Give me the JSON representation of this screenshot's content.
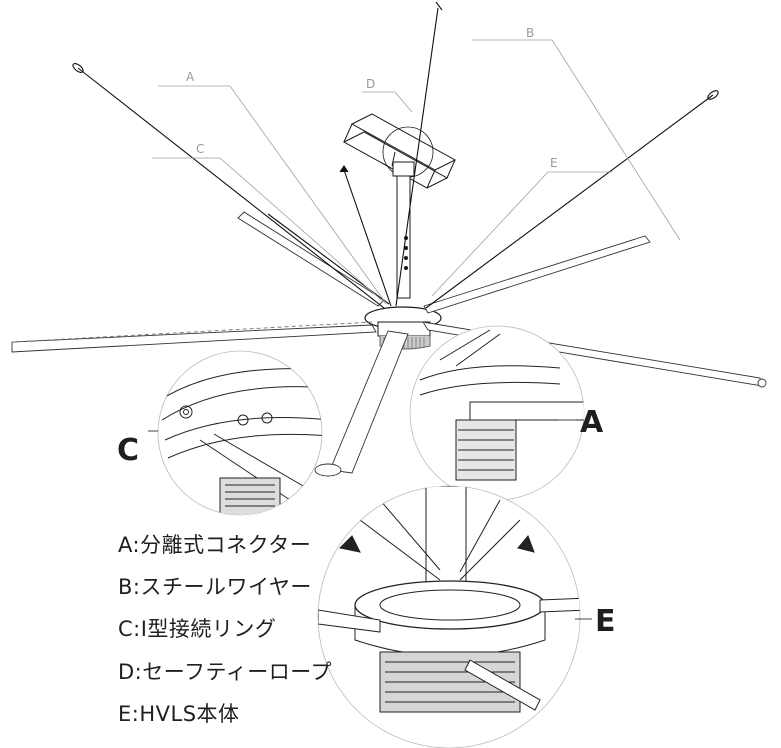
{
  "labels": {
    "top": {
      "a": "A",
      "b": "B",
      "c": "C",
      "d": "D",
      "e": "E"
    },
    "detail": {
      "a": "A",
      "c": "C",
      "e": "E"
    }
  },
  "legend": [
    "A:分離式コネクター",
    "B:スチールワイヤー",
    "C:I型接続リング",
    "D:セーフティーロープ",
    "E:HVLS本体"
  ],
  "colors": {
    "line": "#1a1a1a",
    "leader": "#a0a0a0",
    "text": "#1f1f1f"
  }
}
